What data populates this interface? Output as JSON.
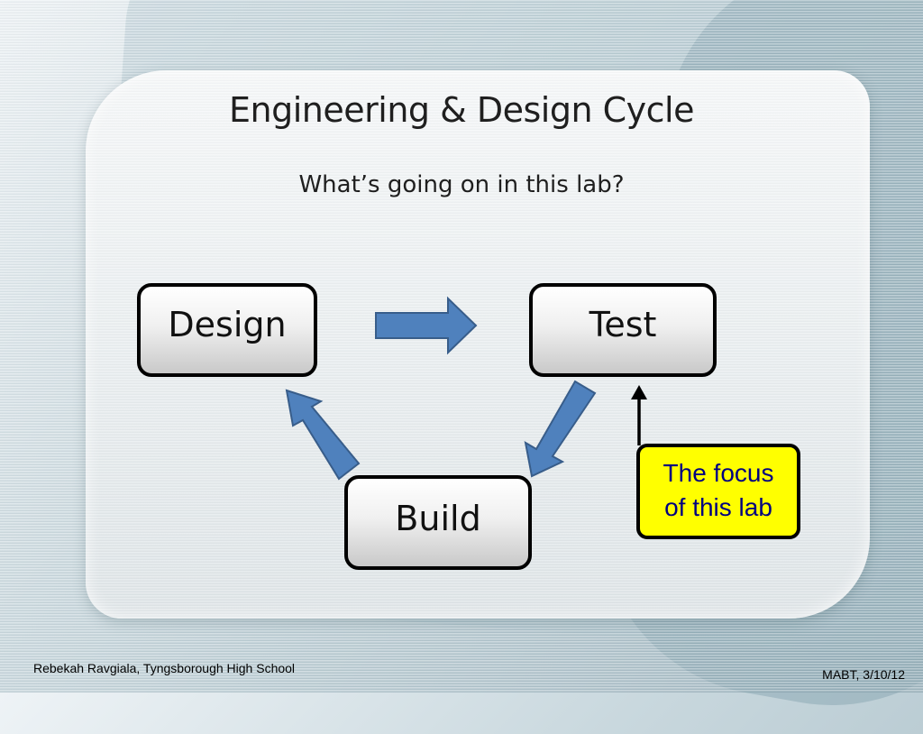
{
  "slide": {
    "title": "Engineering & Design Cycle",
    "subtitle": "What’s going on in this lab?"
  },
  "diagram": {
    "nodes": {
      "design": "Design",
      "test": "Test",
      "build": "Build"
    },
    "callout": {
      "line1": "The focus",
      "line2": "of this lab"
    },
    "colors": {
      "arrow_fill": "#4f81bd",
      "arrow_stroke": "#385d8a",
      "callout_fill": "#ffff00",
      "callout_text": "#000080"
    }
  },
  "footer": {
    "left": "Rebekah Ravgiala, Tyngsborough High School",
    "right": "MABT, 3/10/12"
  }
}
